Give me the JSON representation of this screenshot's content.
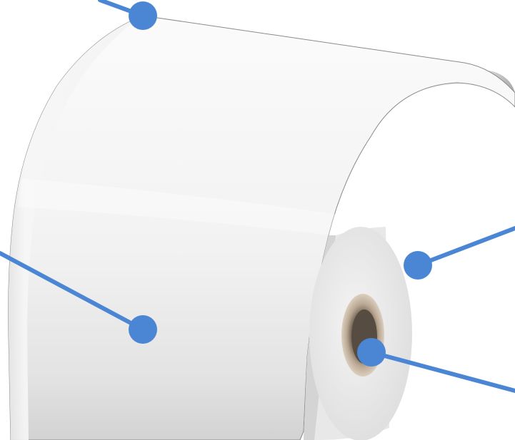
{
  "figure": {
    "subject": "paper-roll-callout-diagram",
    "colors": {
      "background": "#ffffff",
      "paper_light": "#f7f7f7",
      "paper_mid": "#e6e6e6",
      "paper_shadow": "#c9c9c9",
      "roll_end": "#ececec",
      "core_outer": "#d8cab8",
      "core_inner": "#a89682",
      "core_hole": "#5f5548",
      "dispenser_dark": "#3a3a3a",
      "dispenser_mid": "#555555",
      "callout_line": "#4a86d4",
      "callout_dot": "#4a86d4"
    },
    "callouts": [
      {
        "id": "paper-leading-edge",
        "label": ""
      },
      {
        "id": "paper-sheet-surface",
        "label": ""
      },
      {
        "id": "roll-outer-surface",
        "label": ""
      },
      {
        "id": "roll-core",
        "label": ""
      }
    ]
  }
}
